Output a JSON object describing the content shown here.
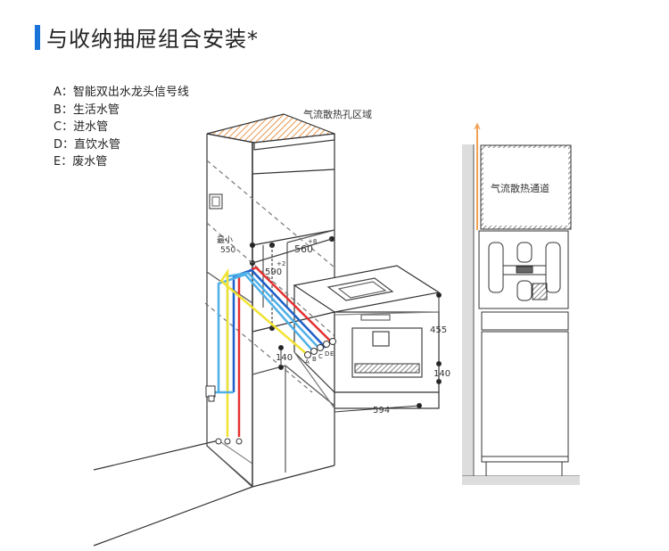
{
  "title": "与收纳抽屉组合安装*",
  "colors": {
    "accent": "#1a73d9",
    "pipe_a": "#e53030",
    "pipe_b": "#1e5fc8",
    "pipe_c": "#4fb0e8",
    "pipe_d": "#f2e230",
    "airflow": "#f0a050"
  },
  "legend": [
    "A：智能双出水龙头信号线",
    "B：生活水管",
    "C：进水管",
    "D：直饮水管",
    "E：废水管"
  ],
  "labels": {
    "airflow_holes": "气流散热孔区域",
    "airflow_channel": "气流散热通道",
    "min_label": "最小",
    "min_value": "550",
    "width_560": "560",
    "tol_560": "+8",
    "depth_590": "590",
    "tol_590": "+2",
    "h_455": "455",
    "h_140_right": "140",
    "h_140_left": "140",
    "w_594": "594",
    "port_a": "A",
    "port_b": "B",
    "port_c": "C",
    "port_d": "D",
    "port_e": "E"
  }
}
